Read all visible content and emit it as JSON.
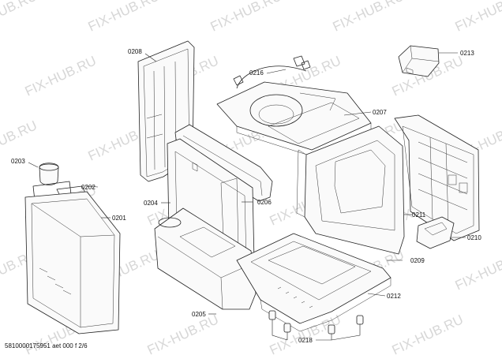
{
  "watermark": "FIX-HUB.RU",
  "callouts": {
    "c0201": "0201",
    "c0202": "0202",
    "c0203": "0203",
    "c0204": "0204",
    "c0205": "0205",
    "c0206": "0206",
    "c0207": "0207",
    "c0208": "0208",
    "c0209": "0209",
    "c0210": "0210",
    "c0211": "0211",
    "c0212": "0212",
    "c0213": "0213",
    "c0216": "0216",
    "c0218": "0218"
  },
  "footer": "5810000175951 aet 000 f 2/6"
}
